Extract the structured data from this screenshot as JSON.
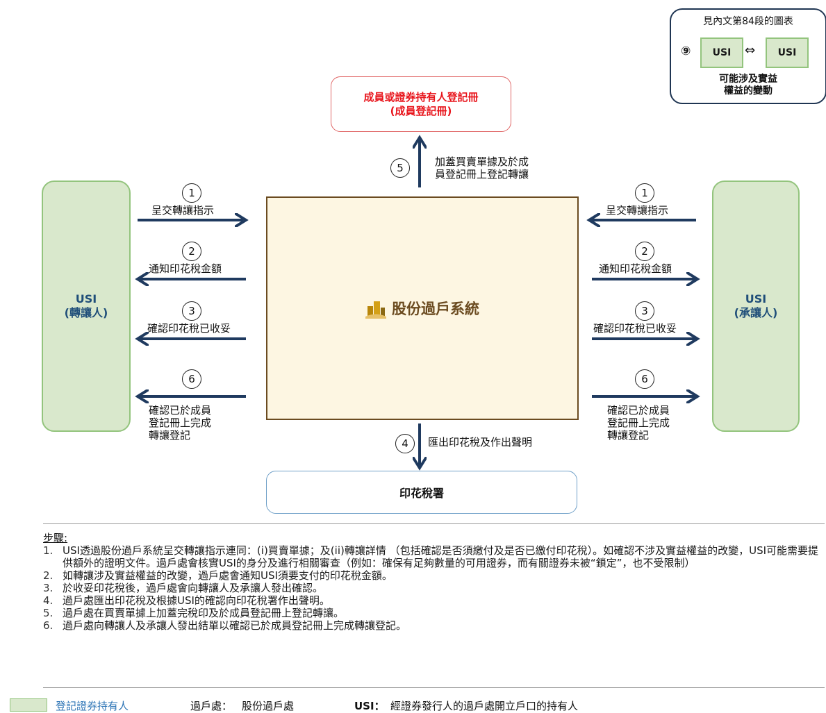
{
  "inset": {
    "caption": "見內文第84段的圖表",
    "step_num": "⑨",
    "left_usi": "USI",
    "swap_symbol": "⇔",
    "right_usi": "USI",
    "note_line1": "可能涉及實益",
    "note_line2": "權益的變動"
  },
  "register_box": {
    "line1": "成員或證券持有人登記冊",
    "line2": "(成員登記冊)"
  },
  "step5": {
    "num": "5",
    "text": "加蓋買賣單據及於成\n員登記冊上登記轉讓"
  },
  "left_party": {
    "line1": "USI",
    "line2": "(轉讓人)"
  },
  "right_party": {
    "line1": "USI",
    "line2": "(承讓人)"
  },
  "center": {
    "title": "股份過戶系統"
  },
  "left_arrows": [
    {
      "num": "1",
      "text": "呈交轉讓指示"
    },
    {
      "num": "2",
      "text": "通知印花稅金額"
    },
    {
      "num": "3",
      "text": "確認印花稅已收妥"
    },
    {
      "num": "6",
      "text": "確認已於成員\n登記冊上完成\n轉讓登記"
    }
  ],
  "right_arrows": [
    {
      "num": "1",
      "text": "呈交轉讓指示"
    },
    {
      "num": "2",
      "text": "通知印花稅金額"
    },
    {
      "num": "3",
      "text": "確認印花稅已收妥"
    },
    {
      "num": "6",
      "text": "確認已於成員\n登記冊上完成\n轉讓登記"
    }
  ],
  "step4": {
    "num": "4",
    "text": "匯出印花稅及作出聲明"
  },
  "stamp_office": {
    "label": "印花稅署"
  },
  "steps": {
    "heading": "步驟:",
    "items": [
      {
        "num": "1.",
        "text": "USI透過股份過戶系統呈交轉讓指示連同：(i)買賣單據；及(ii)轉讓詳情 （包括確認是否須繳付及是否已繳付印花稅）。如確認不涉及實益權益的改變，USI可能需要提供額外的證明文件。過戶處會核實USI的身分及進行相關審查（例如：確保有足夠數量的可用證券，而有關證券未被“鎖定”，也不受限制）"
      },
      {
        "num": "2.",
        "text": "如轉讓涉及實益權益的改變，過戶處會通知USI須要支付的印花稅金額。"
      },
      {
        "num": "3.",
        "text": "於收妥印花稅後，過戶處會向轉讓人及承讓人發出確認。"
      },
      {
        "num": "4.",
        "text": "過戶處匯出印花稅及根據USI的確認向印花稅署作出聲明。"
      },
      {
        "num": "5.",
        "text": "過戶處在買賣單據上加蓋完稅印及於成員登記冊上登記轉讓。"
      },
      {
        "num": "6.",
        "text": "過戶處向轉讓人及承讓人發出結單以確認已於成員登記冊上完成轉讓登記。"
      }
    ]
  },
  "legend": {
    "holder_label": "登記證券持有人",
    "registrar_key": "過戶處：",
    "registrar_value": "股份過戶處",
    "usi_key": "USI：",
    "usi_value": "經證券發行人的過戶處開立戶口的持有人"
  },
  "colors": {
    "arrow": "#1f3a5f",
    "green_fill": "#d9e8cc",
    "green_border": "#93c47d",
    "register_red": "#e8141b"
  }
}
